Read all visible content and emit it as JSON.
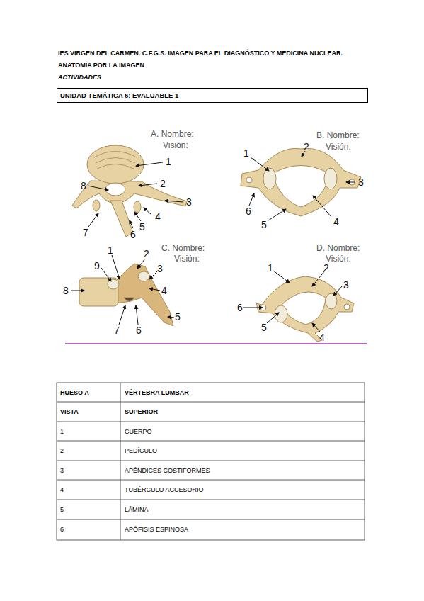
{
  "diagram": {
    "nodes": [
      {
        "text": [
          "UNIDAD TEMÁTICA 6: EVALUABLE 1"
        ]
      }
    ],
    "labels": [
      "IES VIRGEN DEL CARMEN. C.F.G.S. IMAGEN PARA EL DIAGNÓSTICO Y MEDICINA NUCLEAR.",
      "ANATOMÍA POR LA IMAGEN",
      "ACTIVIDADES",
      "A. Nombre:",
      "Visión:",
      "1",
      "2",
      "3",
      "4",
      "5",
      "6",
      "7",
      "8",
      "B. Nombre:",
      "Visión:",
      "1",
      "2",
      "3",
      "4",
      "5",
      "6",
      "C. Nombre:",
      "Visión:",
      "1",
      "2",
      "3",
      "4",
      "5",
      "6",
      "7",
      "8",
      "9",
      "D. Nombre:",
      "Visión:",
      "1",
      "2",
      "3",
      "4",
      "5",
      "6",
      "HUESO A",
      "VÉRTEBRA LUMBAR",
      "VISTA",
      "SUPERIOR",
      "1",
      "CUERPO",
      "2",
      "PEDÍCULO",
      "3",
      "APÉNDICES COSTIFORMES",
      "4",
      "TUBÉRCULO ACCESORIO",
      "5",
      "LÁMINA",
      "6",
      "APÓFISIS ESPINOSA"
    ]
  }
}
